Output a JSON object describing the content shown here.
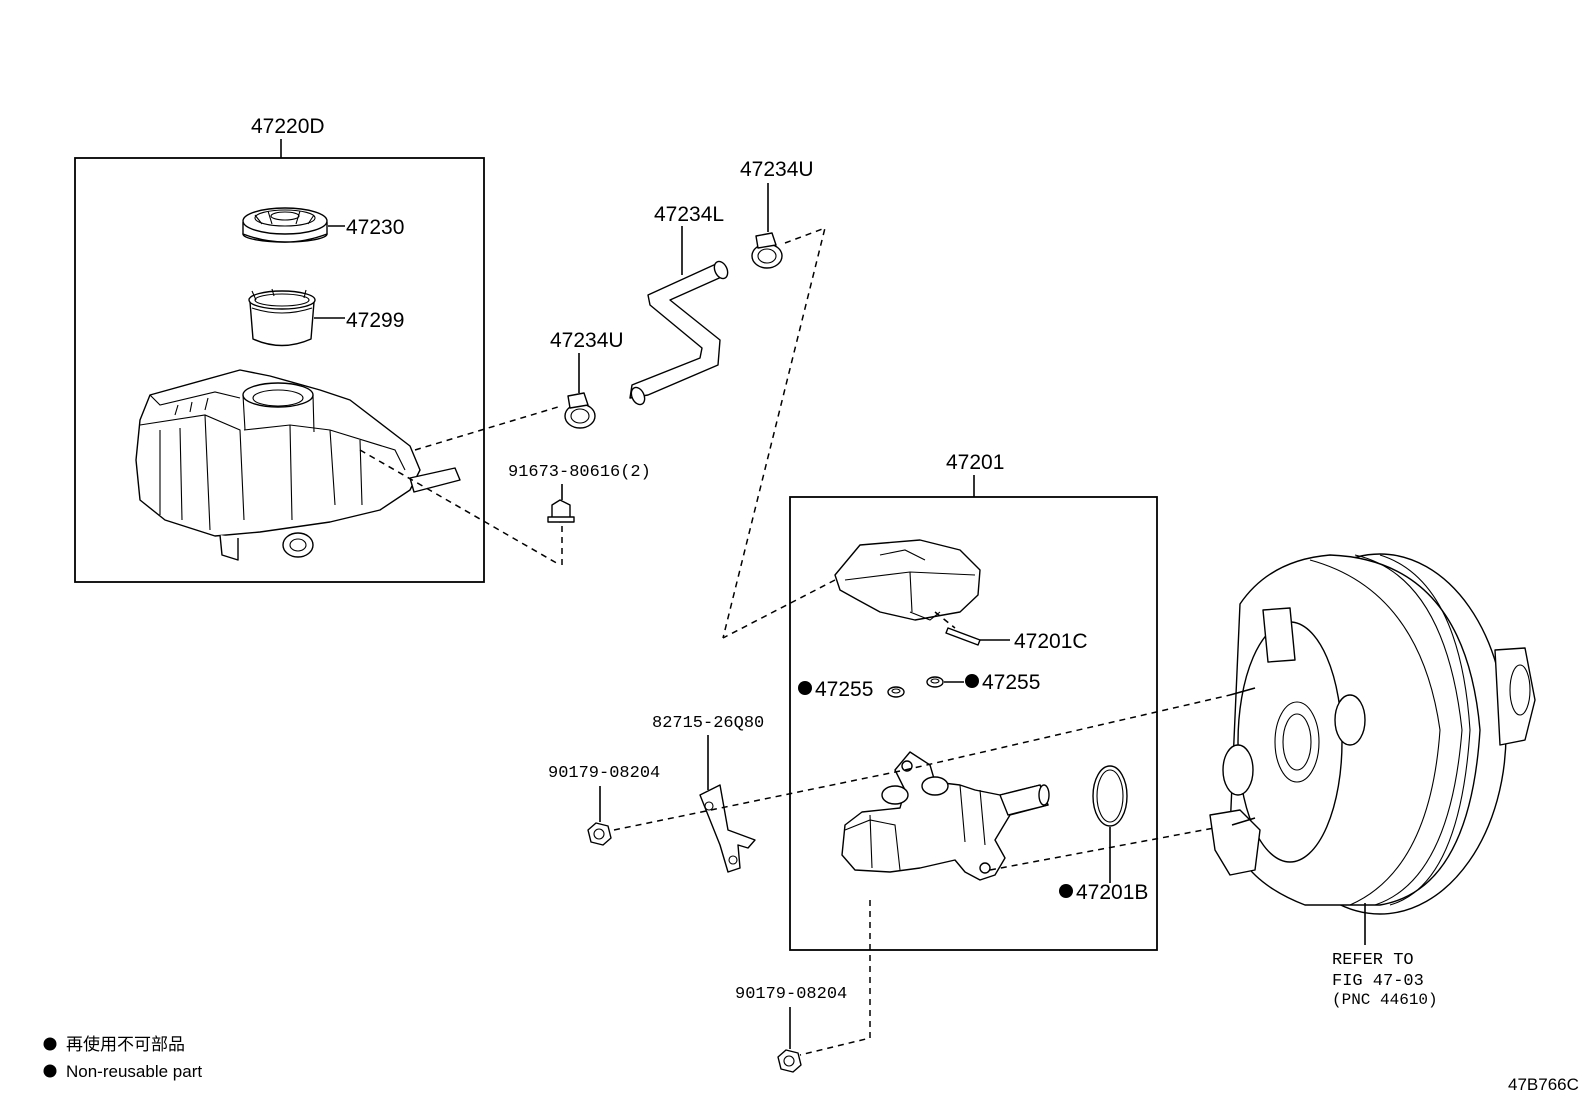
{
  "diagram_id": "47B766C",
  "callouts": {
    "reservoir_assy": "47220D",
    "cap": "47230",
    "strainer": "47299",
    "clip_lower": "47234U",
    "hose": "47234L",
    "clip_upper": "47234U",
    "nut": "91673-80616(2)",
    "master_cyl_assy": "47201",
    "grommet_pin": "47201C",
    "grommet_left": "47255",
    "grommet_right": "47255",
    "bracket": "82715-26Q80",
    "nut_left": "90179-08204",
    "nut_bottom": "90179-08204",
    "oring": "47201B",
    "refer_line1": "REFER TO",
    "refer_line2": "FIG 47-03",
    "refer_line3": "(PNC 44610)"
  },
  "legend": {
    "line1": "再使用不可部品",
    "line2": "Non-reusable part"
  }
}
